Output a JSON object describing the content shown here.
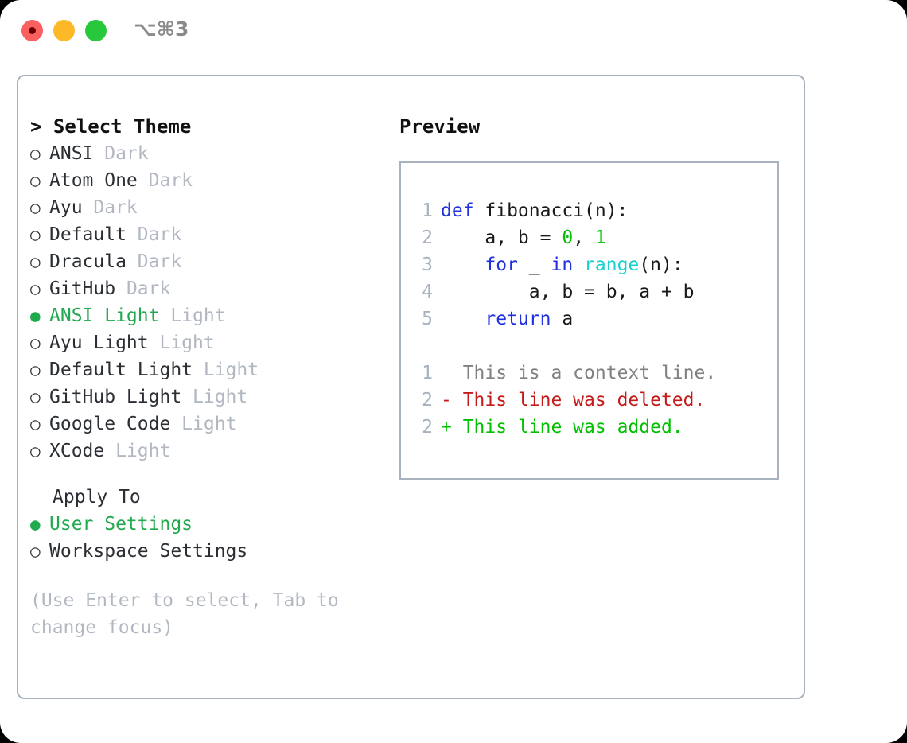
{
  "window": {
    "shortcut": "⌥⌘3",
    "traffic_lights": [
      {
        "name": "close",
        "color": "#fa6060"
      },
      {
        "name": "minimize",
        "color": "#fcb827"
      },
      {
        "name": "maximize",
        "color": "#27c83c"
      }
    ],
    "border_color": "#a9b2bf"
  },
  "theme_picker": {
    "prompt": ">",
    "title": "Select Theme",
    "selected_index": 6,
    "items": [
      {
        "label": "ANSI",
        "variant": "Dark",
        "selected": false
      },
      {
        "label": "Atom One",
        "variant": "Dark",
        "selected": false
      },
      {
        "label": "Ayu",
        "variant": "Dark",
        "selected": false
      },
      {
        "label": "Default",
        "variant": "Dark",
        "selected": false
      },
      {
        "label": "Dracula",
        "variant": "Dark",
        "selected": false
      },
      {
        "label": "GitHub",
        "variant": "Dark",
        "selected": false
      },
      {
        "label": "ANSI Light",
        "variant": "Light",
        "selected": true
      },
      {
        "label": "Ayu Light",
        "variant": "Light",
        "selected": false
      },
      {
        "label": "Default Light",
        "variant": "Light",
        "selected": false
      },
      {
        "label": "GitHub Light",
        "variant": "Light",
        "selected": false
      },
      {
        "label": "Google Code",
        "variant": "Light",
        "selected": false
      },
      {
        "label": "XCode",
        "variant": "Light",
        "selected": false
      }
    ],
    "bullet_on": "●",
    "bullet_off": "○",
    "selected_color": "#22a94f",
    "muted_color": "#b2b8c1"
  },
  "apply_to": {
    "title": "Apply To",
    "options": [
      {
        "label": "User Settings",
        "selected": true
      },
      {
        "label": "Workspace Settings",
        "selected": false
      }
    ]
  },
  "hint": "(Use Enter to select, Tab to change focus)",
  "preview": {
    "title": "Preview",
    "code_lines": [
      {
        "num": "1",
        "tokens": [
          {
            "text": "def ",
            "cls": "k"
          },
          {
            "text": "fibonacci(n):",
            "cls": "t"
          }
        ]
      },
      {
        "num": "2",
        "tokens": [
          {
            "text": "    a, b = ",
            "cls": "t"
          },
          {
            "text": "0",
            "cls": "n"
          },
          {
            "text": ", ",
            "cls": "t"
          },
          {
            "text": "1",
            "cls": "n"
          }
        ]
      },
      {
        "num": "3",
        "tokens": [
          {
            "text": "    ",
            "cls": "t"
          },
          {
            "text": "for",
            "cls": "k"
          },
          {
            "text": " _ ",
            "cls": "t"
          },
          {
            "text": "in",
            "cls": "k"
          },
          {
            "text": " ",
            "cls": "t"
          },
          {
            "text": "range",
            "cls": "fn"
          },
          {
            "text": "(n):",
            "cls": "t"
          }
        ]
      },
      {
        "num": "4",
        "tokens": [
          {
            "text": "        a, b = b, a + b",
            "cls": "t"
          }
        ]
      },
      {
        "num": "5",
        "tokens": [
          {
            "text": "    ",
            "cls": "t"
          },
          {
            "text": "return",
            "cls": "k"
          },
          {
            "text": " a",
            "cls": "t"
          }
        ]
      }
    ],
    "diff_lines": [
      {
        "num": "1",
        "marker": " ",
        "text": "This is a context line.",
        "cls": "ctx"
      },
      {
        "num": "2",
        "marker": "-",
        "text": "This line was deleted.",
        "cls": "del"
      },
      {
        "num": "2",
        "marker": "+",
        "text": "This line was added.",
        "cls": "add"
      }
    ],
    "colors": {
      "keyword": "#1f30e0",
      "number": "#00c000",
      "builtin": "#1ad0d0",
      "text": "#1a1a1a",
      "gutter": "#a9b2bf",
      "diff_context": "#808080",
      "diff_delete": "#c41a1a",
      "diff_add": "#00c000"
    }
  }
}
